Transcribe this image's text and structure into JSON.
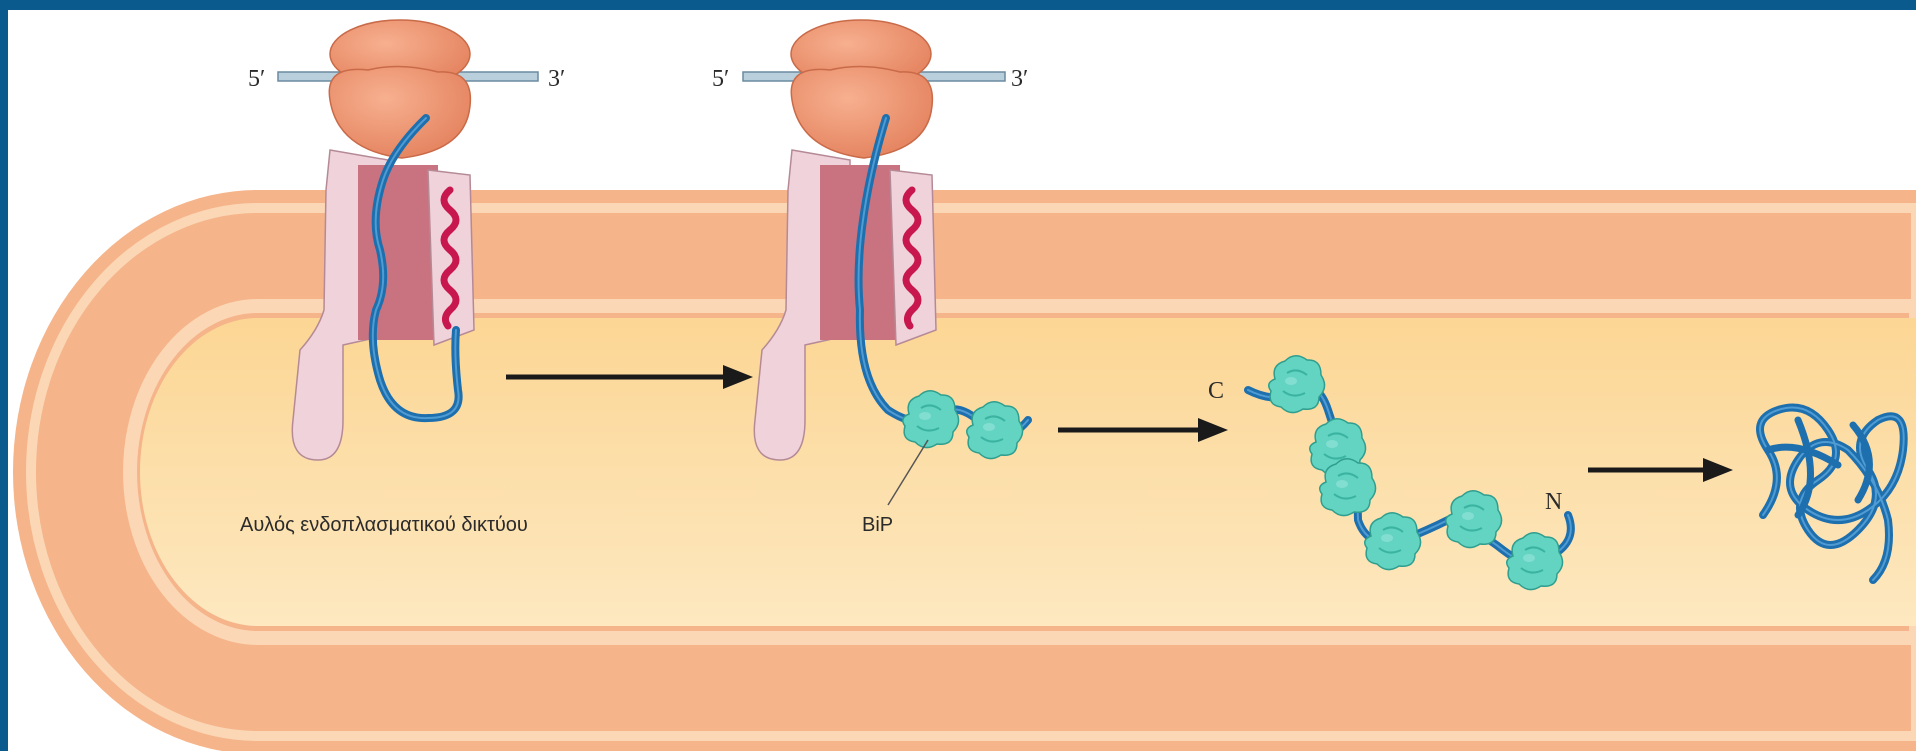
{
  "labels": {
    "five_prime": "5′",
    "three_prime": "3′",
    "er_lumen": "Αυλός ενδοπλασματικού δικτύου",
    "bip": "BiP",
    "c_terminus": "C",
    "n_terminus": "N"
  },
  "colors": {
    "frame": "#0b5a8e",
    "membrane_outer": "#f5b489",
    "membrane_highlight": "#fbd7b6",
    "lumen": "#fde0a6",
    "ribosome": "#ee8f6a",
    "translocon_light": "#f0d2da",
    "translocon_dark": "#c8737f",
    "polypeptide": "#1e6fae",
    "signal_sequence": "#c8164f",
    "bip": "#5fd0bf",
    "arrow": "#1a1a1a"
  },
  "stages": [
    {
      "name": "translocation-in-progress"
    },
    {
      "name": "bip-binding"
    },
    {
      "name": "bip-chain-released"
    },
    {
      "name": "folded-protein"
    }
  ]
}
